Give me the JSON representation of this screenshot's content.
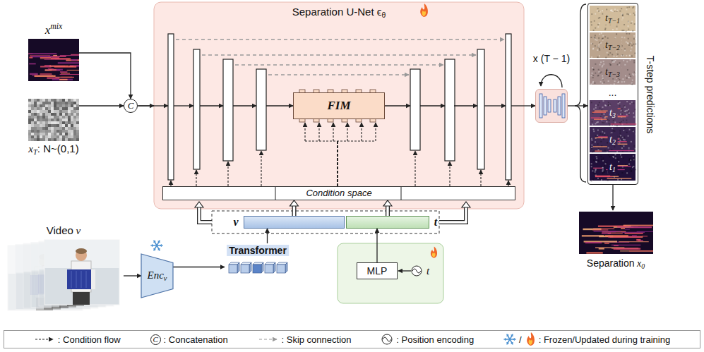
{
  "diagram": {
    "nodes": [
      {
        "text": [
          "Separation U-Net ϵ",
          "θ"
        ]
      },
      {
        "text": [
          "FIM"
        ],
        "in": 0
      },
      {
        "text": [
          "Condition space"
        ],
        "in": 0
      },
      {
        "text": [
          "x",
          "mix"
        ]
      },
      {
        "text": [
          "x",
          "T",
          ": N~(0,1)"
        ]
      },
      {
        "text": [
          "C"
        ]
      },
      {
        "text": [
          "x (T − 1)"
        ]
      },
      {
        "text": [
          "T-step predictions"
        ]
      },
      {
        "text": [
          "t",
          "T−1"
        ],
        "in": 7
      },
      {
        "text": [
          "t",
          "T−2"
        ],
        "in": 7
      },
      {
        "text": [
          "t",
          "T−3"
        ],
        "in": 7
      },
      {
        "text": [
          "..."
        ],
        "in": 7
      },
      {
        "text": [
          "t",
          "3"
        ],
        "in": 7
      },
      {
        "text": [
          "t",
          "2"
        ],
        "in": 7
      },
      {
        "text": [
          "t",
          "1"
        ],
        "in": 7
      },
      {
        "text": [
          "v"
        ]
      },
      {
        "text": [
          "t"
        ]
      },
      {
        "text": [
          "Video",
          "v"
        ]
      },
      {
        "text": [
          "Enc",
          "v"
        ]
      },
      {
        "text": [
          "Transformer"
        ]
      },
      {
        "text": [
          "MLP"
        ]
      },
      {
        "text": [
          "Separation",
          "x",
          "0"
        ]
      }
    ],
    "edges": [
      {
        "from": 3,
        "to": 5,
        "arrow": "to"
      },
      {
        "from": 4,
        "to": 5,
        "arrow": "to"
      },
      {
        "from": 5,
        "to": 0,
        "arrow": "to"
      },
      {
        "from": 0,
        "to": 6,
        "arrow": "to"
      },
      {
        "from": 6,
        "to": 7,
        "arrow": "to"
      },
      {
        "from": 7,
        "to": 21,
        "arrow": "to"
      },
      {
        "from": 17,
        "to": 18,
        "arrow": "to"
      },
      {
        "from": 18,
        "to": 19,
        "arrow": "to"
      },
      {
        "from": 19,
        "to": 15,
        "arrow": "to"
      },
      {
        "from": 20,
        "to": 16,
        "arrow": "to"
      },
      {
        "from": 15,
        "to": 2,
        "arrow": "to"
      },
      {
        "from": 16,
        "to": 2,
        "arrow": "to"
      }
    ],
    "labels": [
      "t",
      "C",
      "/"
    ],
    "legend": [
      {
        "text": ": Condition flow"
      },
      {
        "text": ": Concatenation"
      },
      {
        "text": ": Skip connection"
      },
      {
        "text": ": Position encoding"
      },
      {
        "text": ": Frozen/Updated during training"
      }
    ]
  }
}
